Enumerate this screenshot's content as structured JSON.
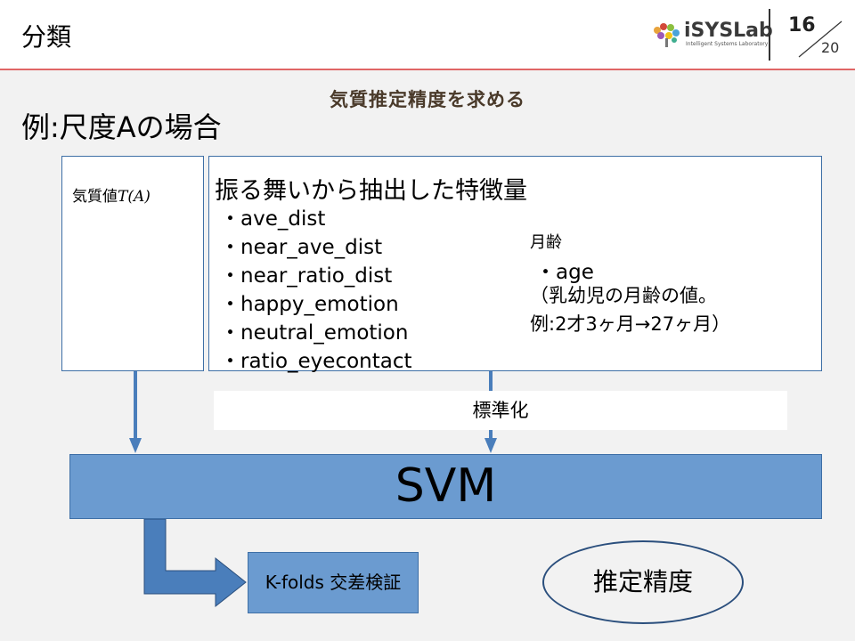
{
  "header": {
    "title": "分類",
    "logo_text": "iSYSLab",
    "logo_sub": "Intelligent Systems Laboratory",
    "page_number": "16",
    "page_total": "20",
    "accent_color": "#e06666"
  },
  "subtitle": "気質推定精度を求める",
  "example_title": "例:尺度Aの場合",
  "kishitsu": {
    "label": "気質値",
    "math": "T(A)"
  },
  "features": {
    "title": "振る舞いから抽出した特徴量",
    "items": [
      "・ave_dist",
      "・near_ave_dist",
      "・near_ratio_dist",
      "・happy_emotion",
      "・neutral_emotion",
      "・ratio_eyecontact"
    ],
    "age_label": "月齢",
    "age_item": "・age",
    "age_desc_line1": "（乳幼児の月齢の値。",
    "age_desc_line2": "例:2才3ヶ月→27ヶ月）"
  },
  "standardize_label": "標準化",
  "svm_label": "SVM",
  "kfold_label": "K-folds 交差検証",
  "accuracy_label": "推定精度",
  "colors": {
    "box_fill": "#6b9bd0",
    "box_border": "#3e6fa6",
    "arrow": "#4a7ebb",
    "ellipse_border": "#2b4f7d"
  }
}
